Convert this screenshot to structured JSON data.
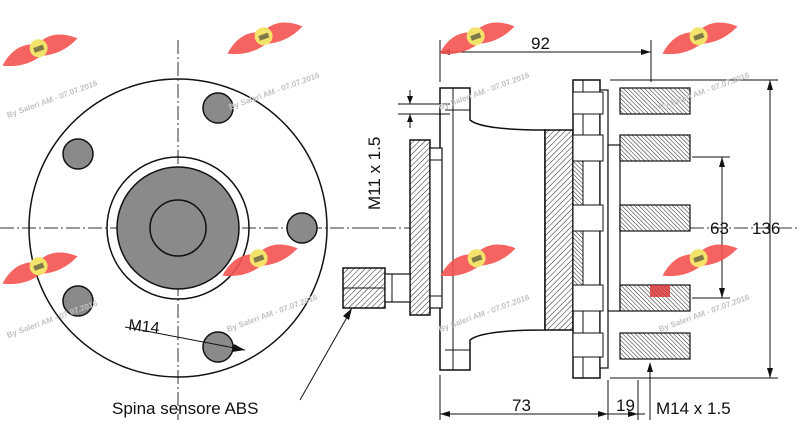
{
  "labels": {
    "m14_front": "M14",
    "sensor_plug": "Spina sensore ABS",
    "m11": "M11 x 1.5",
    "dim_92": "92",
    "dim_63": "63",
    "dim_136": "136",
    "dim_73": "73",
    "dim_19": "19",
    "m14_side": "M14 x 1.5"
  },
  "watermark": {
    "text": "By Saleri AM - 07.07.2016",
    "color": "#f4534f"
  }
}
